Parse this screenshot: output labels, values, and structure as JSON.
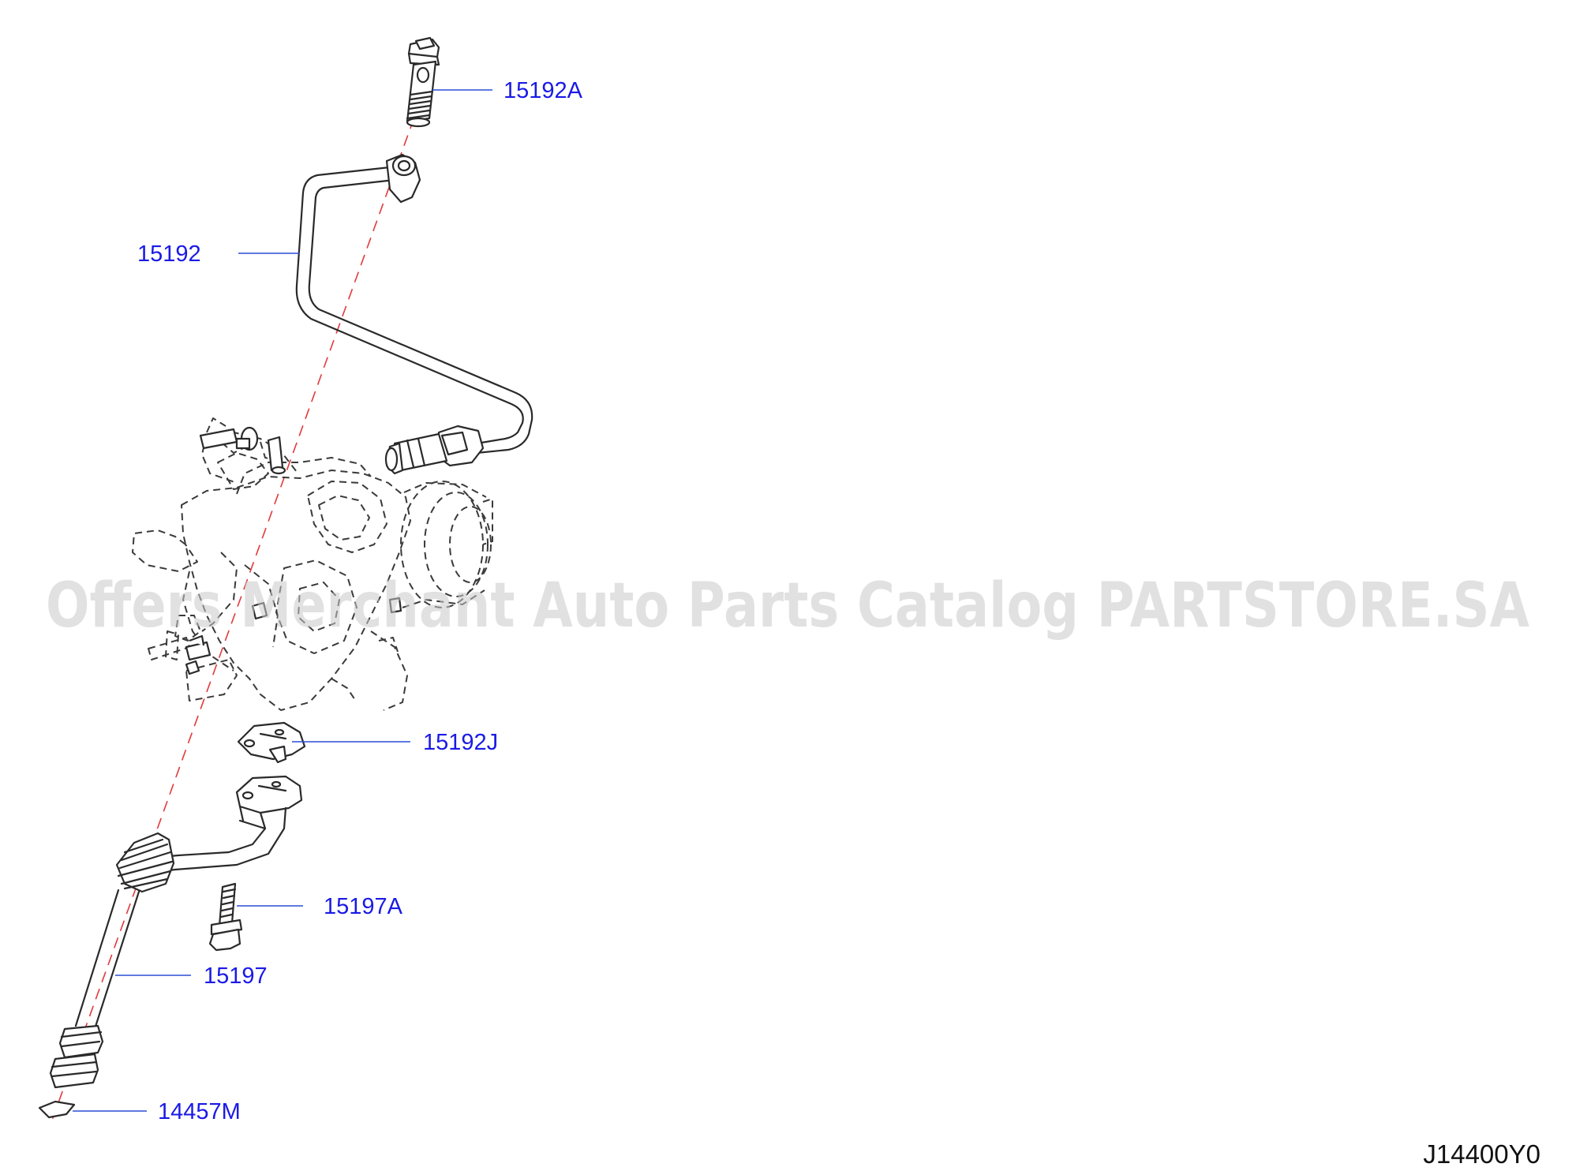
{
  "diagram": {
    "ref_code": "J14400Y0",
    "watermark": "Offers Merchant Auto Parts Catalog PARTSTORE.SA",
    "callouts": [
      {
        "id": "15192A",
        "label": "15192A"
      },
      {
        "id": "15192",
        "label": "15192"
      },
      {
        "id": "15192J",
        "label": "15192J"
      },
      {
        "id": "15197A",
        "label": "15197A"
      },
      {
        "id": "15197",
        "label": "15197"
      },
      {
        "id": "14457M",
        "label": "14457M"
      }
    ]
  }
}
